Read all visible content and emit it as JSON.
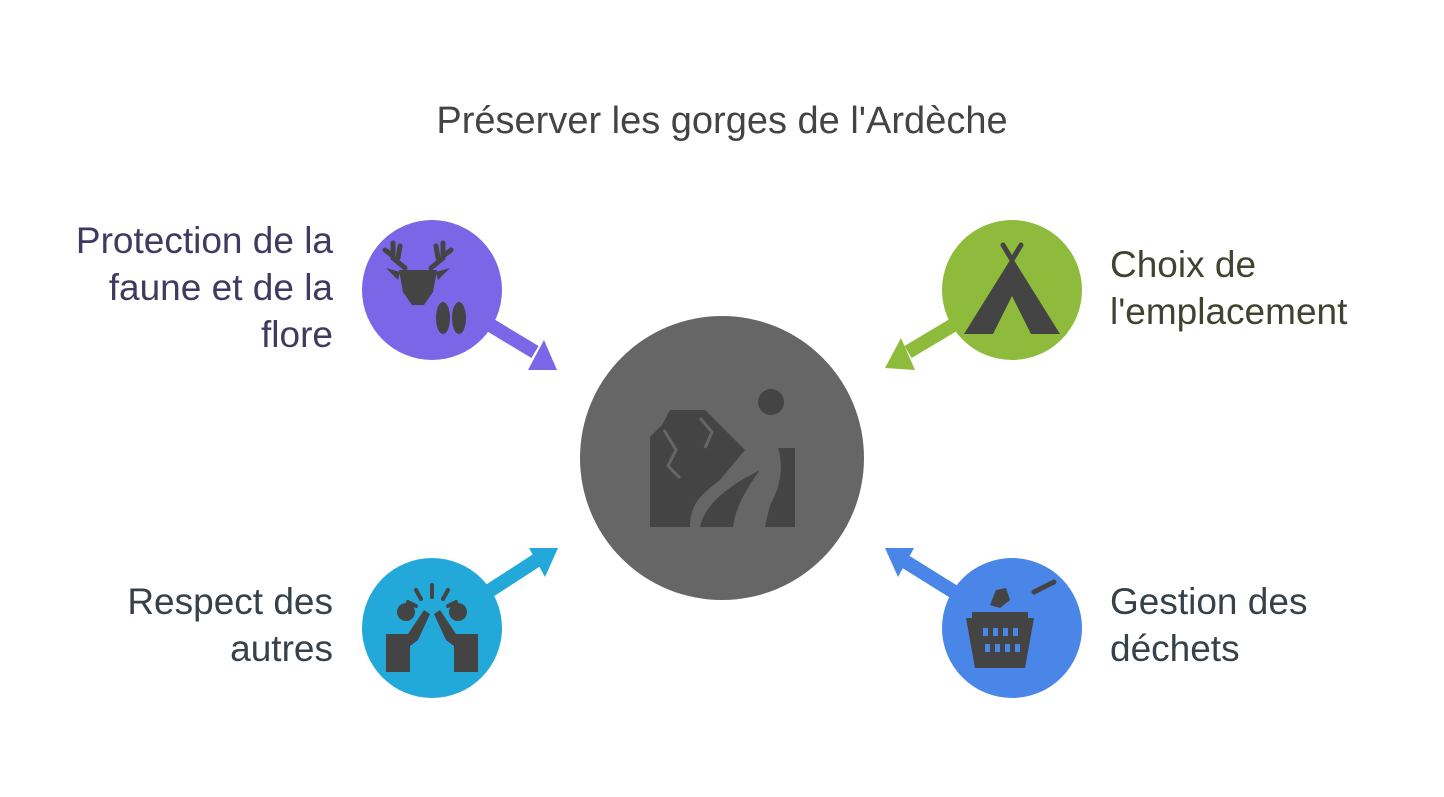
{
  "title": "Préserver les gorges de l'Ardèche",
  "center": {
    "icon": "gorge-icon",
    "color": "#666666"
  },
  "items": [
    {
      "id": "faune",
      "lines": [
        "Protection de la",
        "faune et de la",
        "flore"
      ],
      "icon": "deer-icon",
      "color": "#7b66e8"
    },
    {
      "id": "emplacement",
      "lines": [
        "Choix de",
        "l'emplacement"
      ],
      "icon": "tent-icon",
      "color": "#8ebb3b"
    },
    {
      "id": "respect",
      "lines": [
        "Respect des",
        "autres"
      ],
      "icon": "high-five-icon",
      "color": "#22a9d9"
    },
    {
      "id": "dechets",
      "lines": [
        "Gestion des",
        "déchets"
      ],
      "icon": "trash-basket-icon",
      "color": "#4a86e8"
    }
  ]
}
